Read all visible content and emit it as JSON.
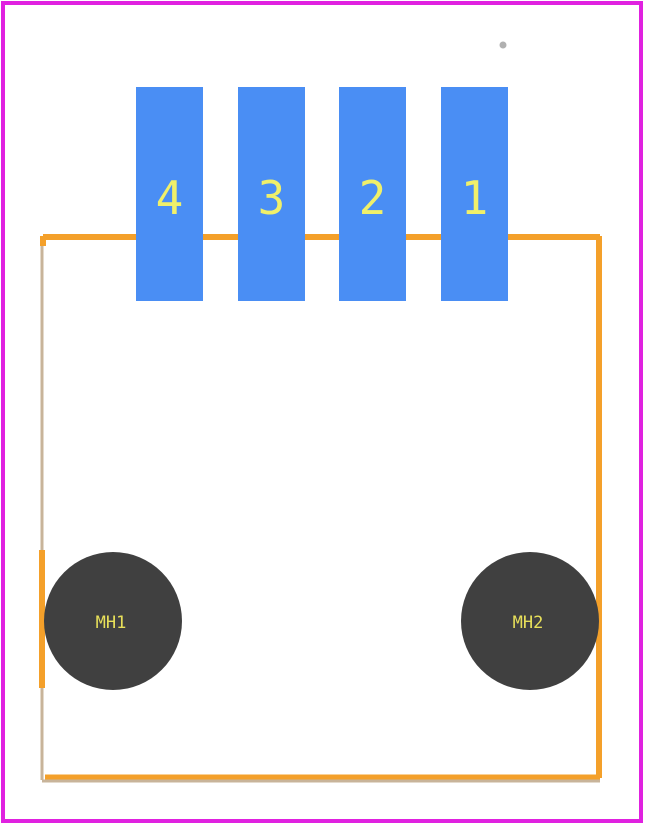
{
  "colors": {
    "boundary": "#e021e0",
    "outline": "#f4a02a",
    "outline_inner": "#c8b49a",
    "pad": "#4a8ef4",
    "pad_label": "#f0f06a",
    "hole": "#404040",
    "hole_label": "#e8e05a",
    "marker": "#b0b0b0"
  },
  "pads": [
    {
      "label": "4"
    },
    {
      "label": "3"
    },
    {
      "label": "2"
    },
    {
      "label": "1"
    }
  ],
  "holes": [
    {
      "label": "MH1"
    },
    {
      "label": "MH2"
    }
  ]
}
